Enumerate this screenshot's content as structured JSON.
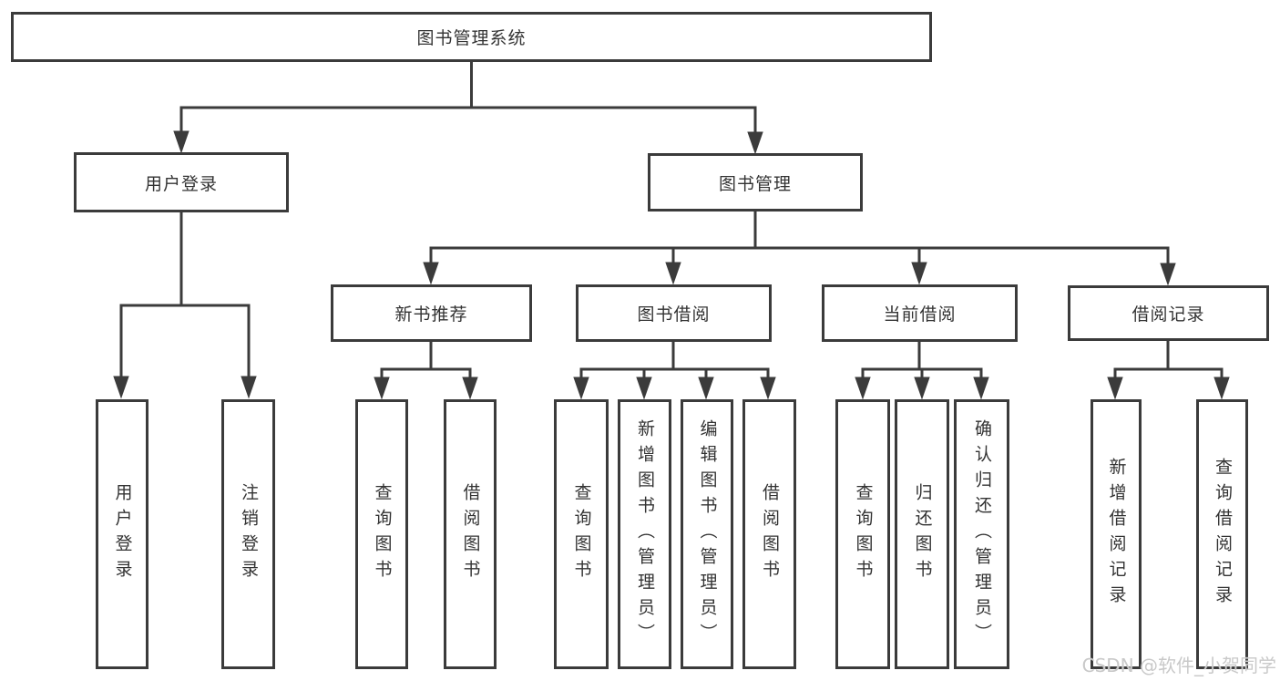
{
  "tree": {
    "label": "图书管理系统",
    "children": [
      {
        "label": "用户登录",
        "children": [
          {
            "label": "用户登录"
          },
          {
            "label": "注销登录"
          }
        ]
      },
      {
        "label": "图书管理",
        "children": [
          {
            "label": "新书推荐",
            "children": [
              {
                "label": "查询图书"
              },
              {
                "label": "借阅图书"
              }
            ]
          },
          {
            "label": "图书借阅",
            "children": [
              {
                "label": "查询图书"
              },
              {
                "label": "新增图书（管理员）"
              },
              {
                "label": "编辑图书（管理员）"
              },
              {
                "label": "借阅图书"
              }
            ]
          },
          {
            "label": "当前借阅",
            "children": [
              {
                "label": "查询图书"
              },
              {
                "label": "归还图书"
              },
              {
                "label": "确认归还（管理员）"
              }
            ]
          },
          {
            "label": "借阅记录",
            "children": [
              {
                "label": "新增借阅记录"
              },
              {
                "label": "查询借阅记录"
              }
            ]
          }
        ]
      }
    ]
  },
  "watermark": {
    "text": "CSDN @软件_小贺同学"
  },
  "colors": {
    "line": "#3b3b3b",
    "text": "#333333",
    "background": "#ffffff",
    "watermark": "#c9c9c9"
  }
}
